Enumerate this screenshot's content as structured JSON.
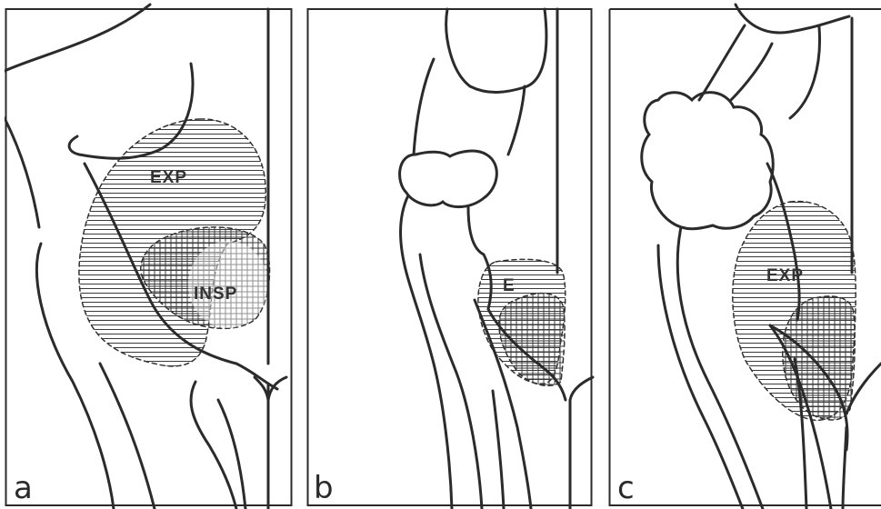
{
  "panels": [
    {
      "id": "a",
      "label": "a",
      "regions": [
        "EXP",
        "INSP"
      ]
    },
    {
      "id": "b",
      "label": "b",
      "regions": [
        "E"
      ]
    },
    {
      "id": "c",
      "label": "c",
      "regions": [
        "EXP"
      ]
    }
  ],
  "colors": {
    "line": "#2b2b2b",
    "hatch": "#3a3a3a",
    "dash": "#333333",
    "background": "#ffffff"
  }
}
